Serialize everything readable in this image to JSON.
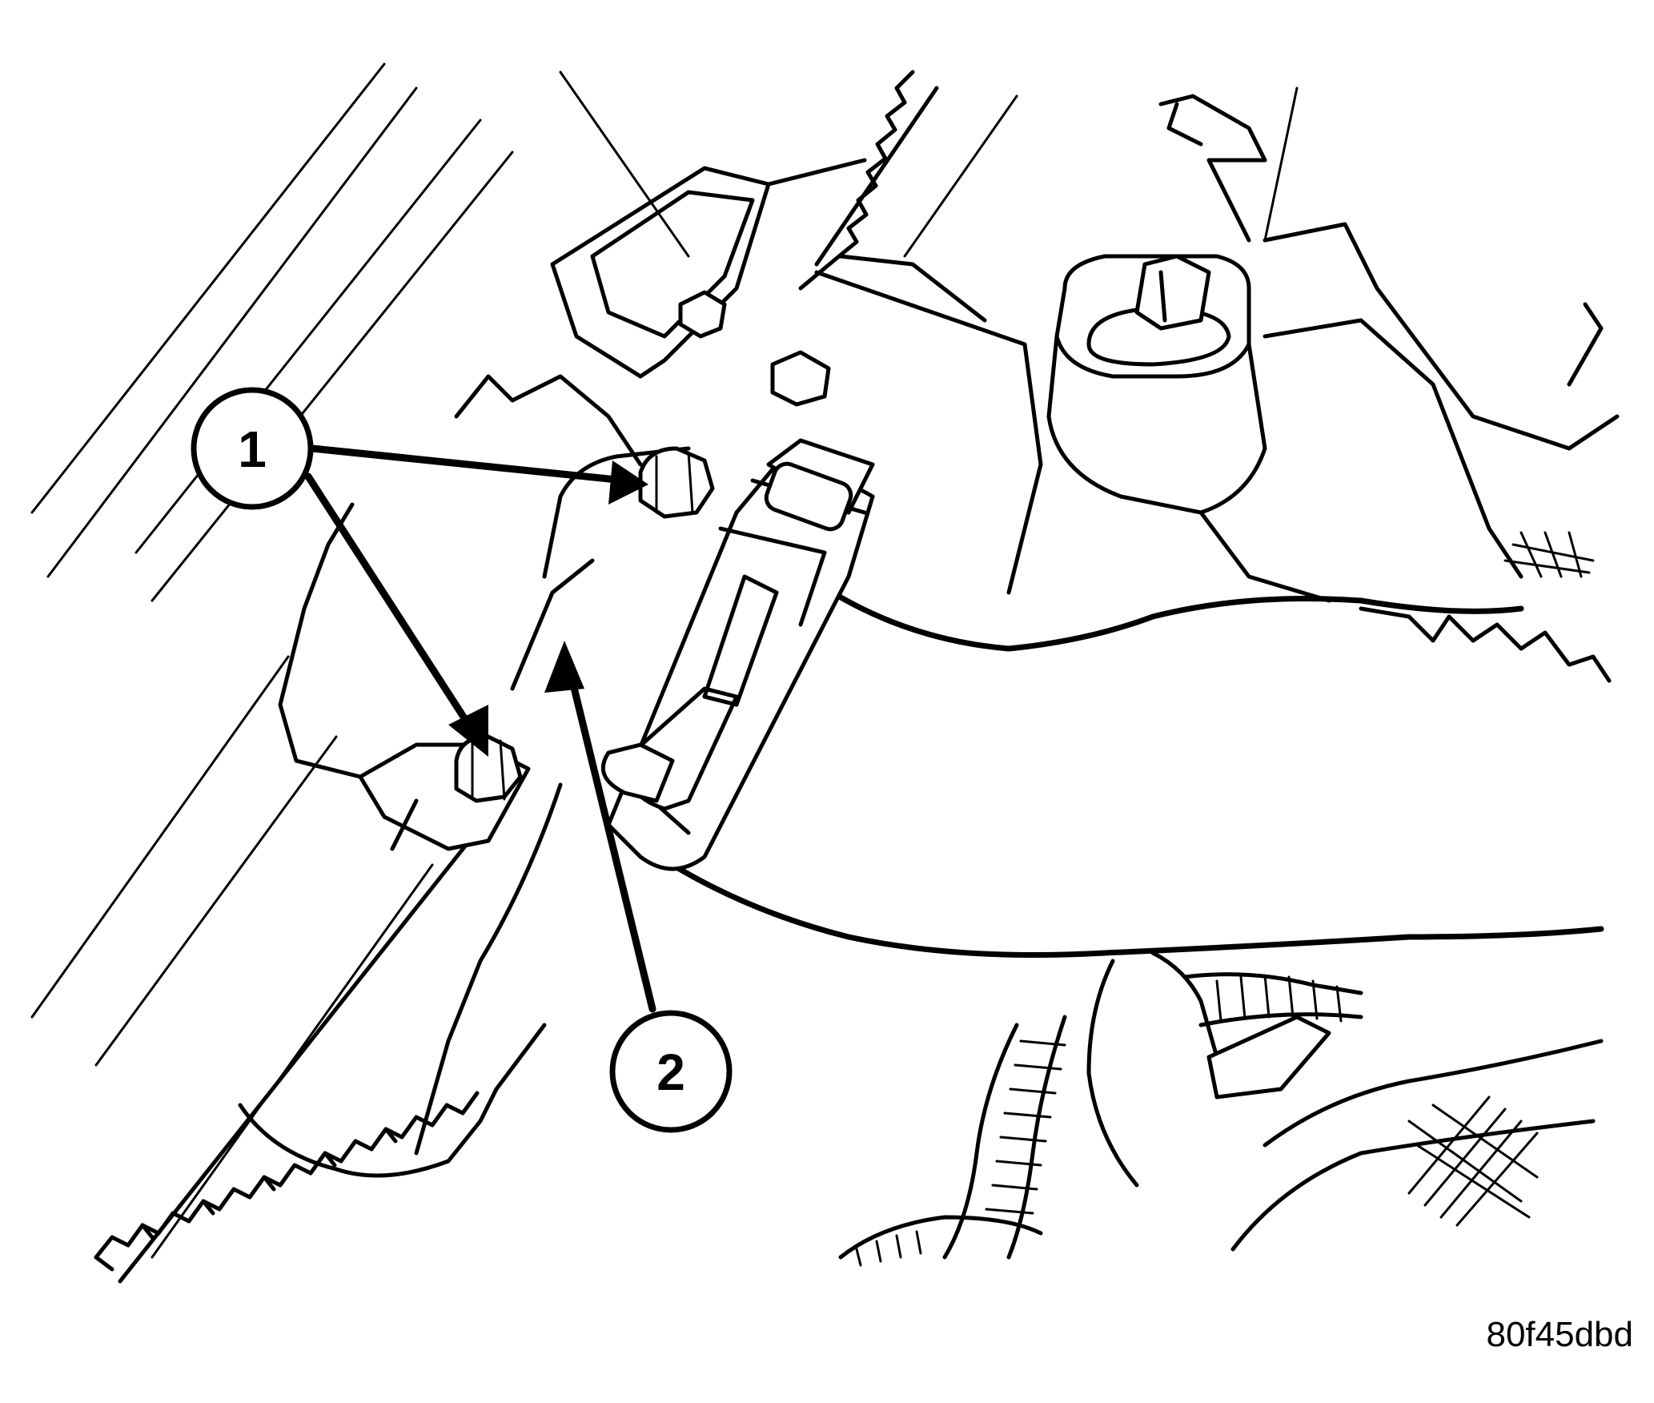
{
  "figure": {
    "code": "80f45dbd"
  },
  "callouts": [
    {
      "id": "1",
      "label": "1"
    },
    {
      "id": "2",
      "label": "2"
    }
  ],
  "colors": {
    "ink": "#000000",
    "paper": "#ffffff"
  }
}
